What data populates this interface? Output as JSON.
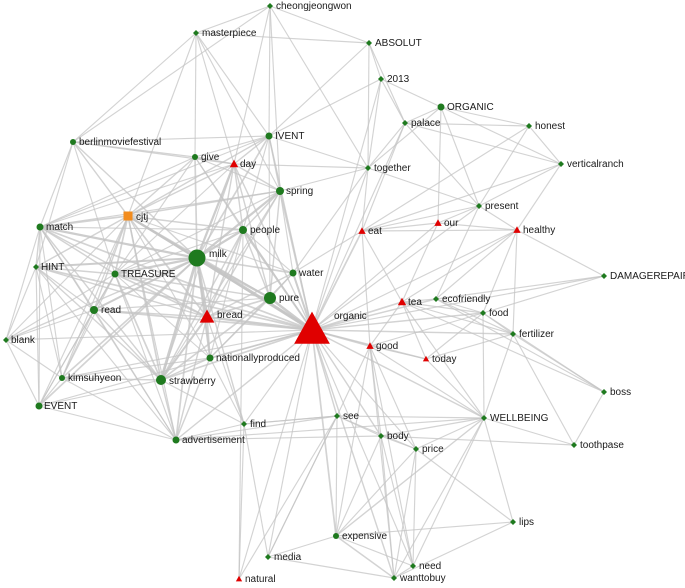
{
  "colors": {
    "green": "#1f7a1f",
    "red": "#e00000",
    "orange": "#f28c1e",
    "edge": "#c4c4c4"
  },
  "nodes": {
    "cheongjeongwon": "cheongjeongwon",
    "masterpiece": "masterpiece",
    "absolut": "ABSOLUT",
    "y2013": "2013",
    "organic_caps": "ORGANIC",
    "palace": "palace",
    "honest": "honest",
    "berlinmoviefestival": "berlinmoviefestival",
    "ivent": "IVENT",
    "give": "give",
    "day": "day",
    "together": "together",
    "verticalranch": "verticalranch",
    "spring": "spring",
    "present": "present",
    "cjtj": "cjtj",
    "our": "our",
    "match": "match",
    "people": "people",
    "eat": "eat",
    "healthy": "healthy",
    "milk": "milk",
    "hint": "HINT",
    "treasure": "TREASURE",
    "water": "water",
    "damagerepair": "DAMAGEREPAIR",
    "pure": "pure",
    "tea": "tea",
    "ecofriendly": "ecofriendly",
    "read": "read",
    "bread": "bread",
    "organic": "organic",
    "food": "food",
    "blank": "blank",
    "fertilizer": "fertilizer",
    "good": "good",
    "nationallyproduced": "nationallyproduced",
    "today": "today",
    "kimsuhyeon": "kimsuhyeon",
    "strawberry": "strawberry",
    "boss": "boss",
    "event": "EVENT",
    "see": "see",
    "wellbeing": "WELLBEING",
    "find": "find",
    "body": "body",
    "advertisement": "advertisement",
    "price": "price",
    "toothpase": "toothpase",
    "lips": "lips",
    "expensive": "expensive",
    "media": "media",
    "need": "need",
    "natural": "natural",
    "wanttobuy": "wanttobuy"
  }
}
